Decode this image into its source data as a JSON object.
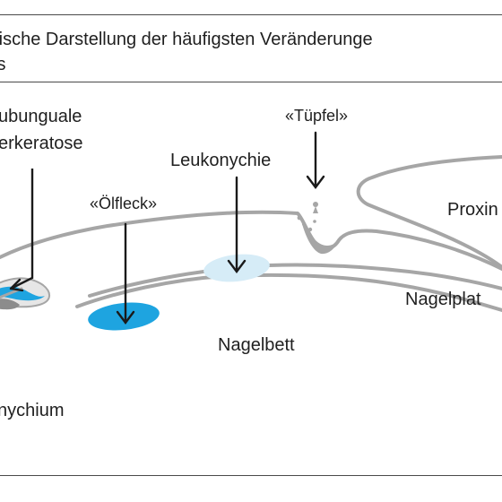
{
  "title": {
    "line1": "atische Darstellung der häufigsten Veränderunge",
    "line2": "sis"
  },
  "labels": {
    "subunguale_1": "ubunguale",
    "subunguale_2": "erkeratose",
    "leukonychie": "Leukonychie",
    "tuepfel": "«Tüpfel»",
    "oelfleck": "«Ölfleck»",
    "proximal": "Proxin",
    "nagelplatte": "Nagelplat",
    "nagelbett": "Nagelbett",
    "hyponychium": "nychium"
  },
  "colors": {
    "outline": "#a6a6a6",
    "outline_dark": "#8c8c8c",
    "oelfleck_fill": "#1ea4e0",
    "leukonychie_fill": "#d6ecf7",
    "arrow": "#1a1a1a",
    "border": "#4a4a4a"
  },
  "icons": {
    "arrows": "down-arrow-icon"
  }
}
